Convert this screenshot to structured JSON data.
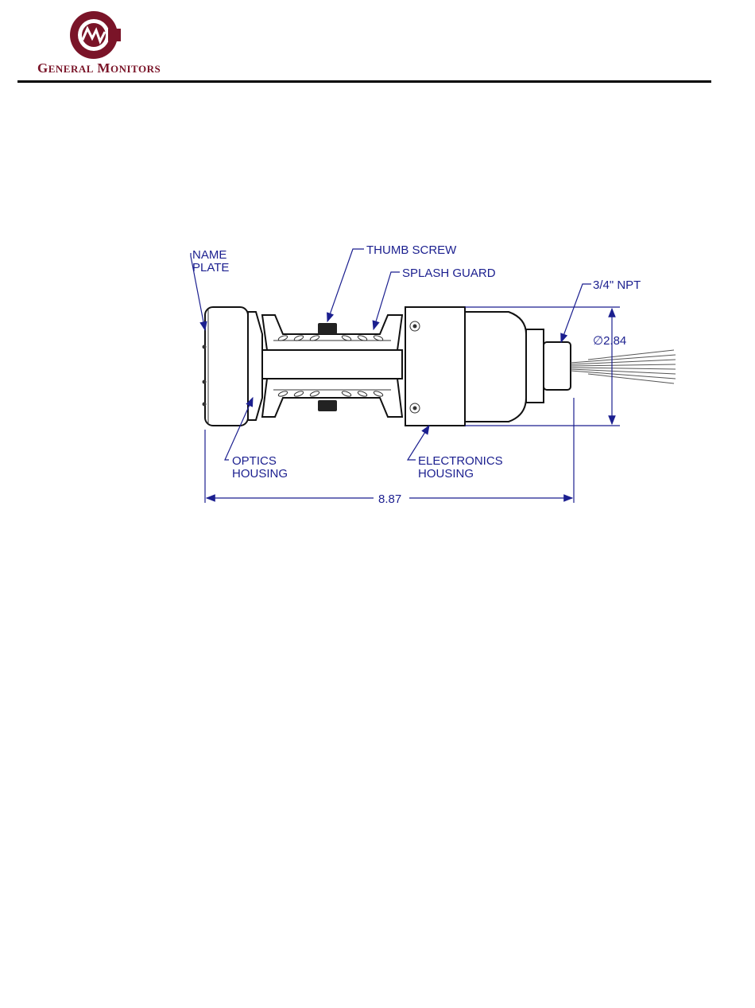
{
  "header": {
    "brand_first": "G",
    "brand_first_rest": "ENERAL",
    "brand_second": "M",
    "brand_second_rest": "ONITORS",
    "logo_mark": "GM-logo",
    "brand_color": "#7a1428"
  },
  "drawing": {
    "labels": {
      "name_plate_line1": "NAME",
      "name_plate_line2": "PLATE",
      "thumb_screw": "THUMB SCREW",
      "splash_guard": "SPLASH GUARD",
      "npt": "3/4\" NPT",
      "diameter": "∅2.84",
      "optics_line1": "OPTICS",
      "optics_line2": "HOUSING",
      "electronics_line1": "ELECTRONICS",
      "electronics_line2": "HOUSING",
      "length": "8.87"
    },
    "dimension_color": "#1b1f8f"
  }
}
